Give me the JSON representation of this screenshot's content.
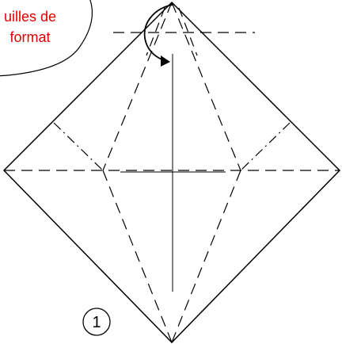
{
  "callout": {
    "line1": "uilles de",
    "line2": "format",
    "text_color": "#e00000",
    "border_color": "#000000"
  },
  "step": {
    "number": "1"
  },
  "colors": {
    "background": "#ffffff",
    "stroke": "#000000"
  },
  "icons": {
    "fold_arrow": "curved-arrow-icon",
    "step_badge": "circle-number-icon"
  }
}
